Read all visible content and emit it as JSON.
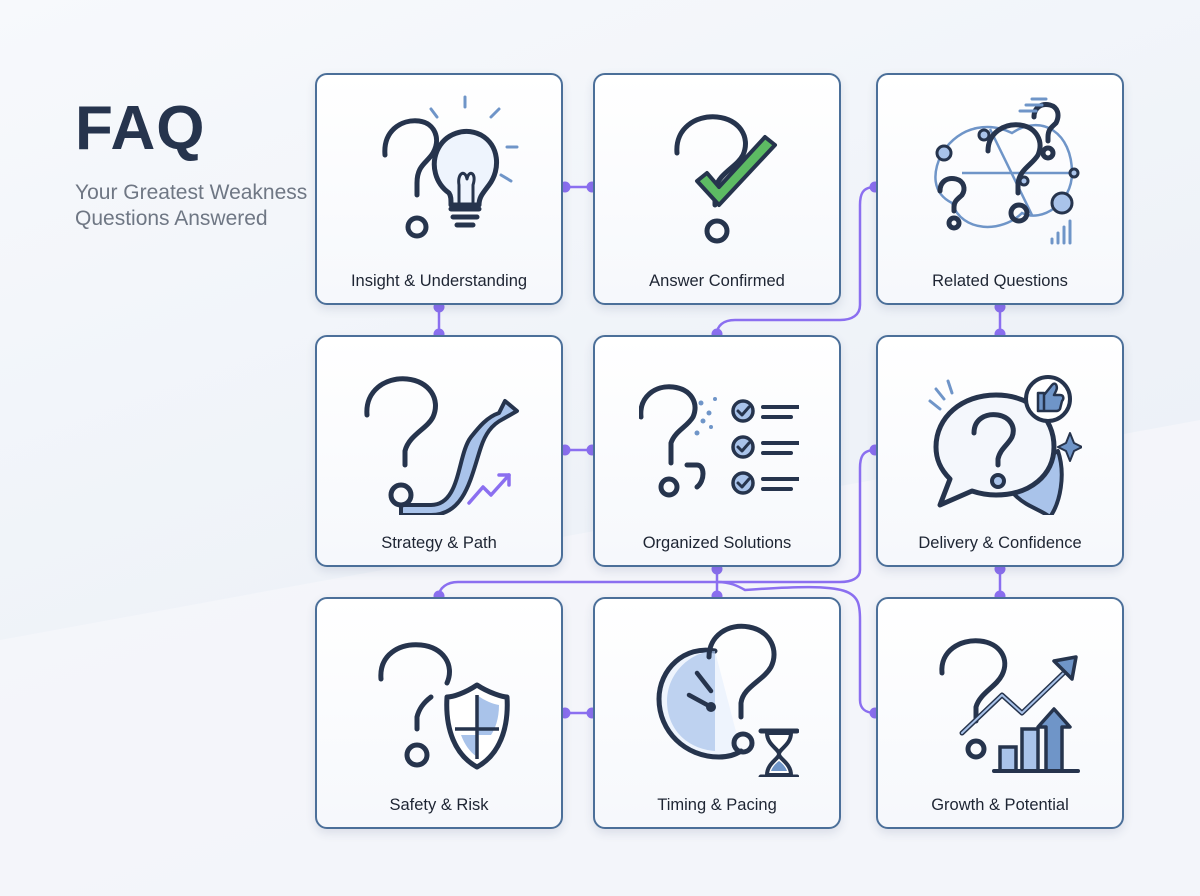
{
  "header": {
    "title": "FAQ",
    "subtitle": "Your Greatest Weakness Questions Answered"
  },
  "colors": {
    "border": "#4b6f99",
    "icon_stroke": "#26344d",
    "icon_fill": "#a9c3ea",
    "connector": "#8b6ff0",
    "check_green": "#5dbb63"
  },
  "cards": [
    {
      "label": "Insight & Understanding",
      "icon": "lightbulb-question-icon"
    },
    {
      "label": "Answer Confirmed",
      "icon": "question-checkmark-icon"
    },
    {
      "label": "Related Questions",
      "icon": "network-questions-icon"
    },
    {
      "label": "Strategy & Path",
      "icon": "question-arrow-path-icon"
    },
    {
      "label": "Organized Solutions",
      "icon": "question-checklist-icon"
    },
    {
      "label": "Delivery & Confidence",
      "icon": "speech-bubble-thumbs-up-icon"
    },
    {
      "label": "Safety & Risk",
      "icon": "question-shield-icon"
    },
    {
      "label": "Timing & Pacing",
      "icon": "clock-hourglass-icon"
    },
    {
      "label": "Growth & Potential",
      "icon": "question-growth-chart-icon"
    }
  ]
}
